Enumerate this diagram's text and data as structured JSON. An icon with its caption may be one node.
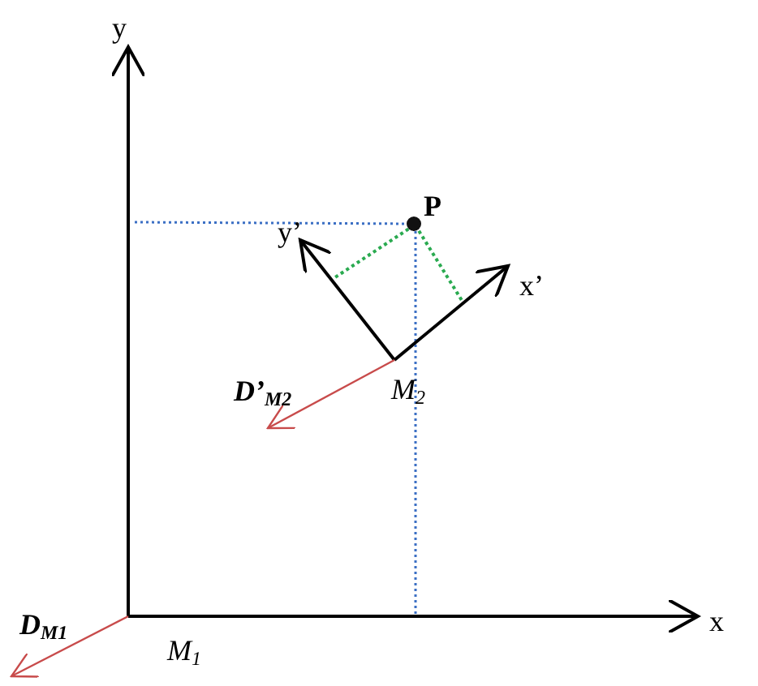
{
  "diagram": {
    "labels": [
      "y",
      "P",
      "y’",
      "x’",
      "D’$_{M2}$",
      "M$_{2}$",
      "D$_{M1}$",
      "M$_{1}$",
      "x"
    ]
  }
}
